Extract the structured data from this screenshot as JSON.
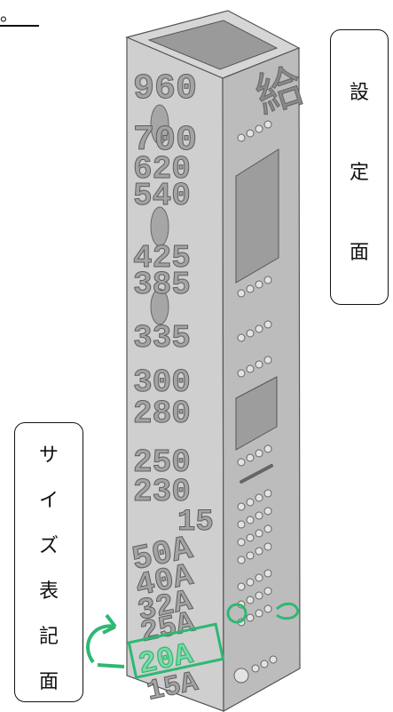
{
  "corner_mark": "。",
  "callouts": {
    "settings_face": [
      "設",
      "定",
      "面"
    ],
    "size_face": [
      "サ",
      "イ",
      "ズ",
      "表",
      "記",
      "面"
    ]
  },
  "part": {
    "top_engraving": "給",
    "size_labels": [
      "960",
      "700",
      "620",
      "540",
      "425",
      "385",
      "335",
      "300",
      "280",
      "250",
      "230",
      "15",
      "50A",
      "40A",
      "32A",
      "25A",
      "20A",
      "15A"
    ],
    "highlighted_label": "20A"
  },
  "colors": {
    "accent": "#2eb872",
    "part_front": "#c9c9c9",
    "part_side": "#b3b3b3",
    "engrave": "#8a8a8a"
  }
}
